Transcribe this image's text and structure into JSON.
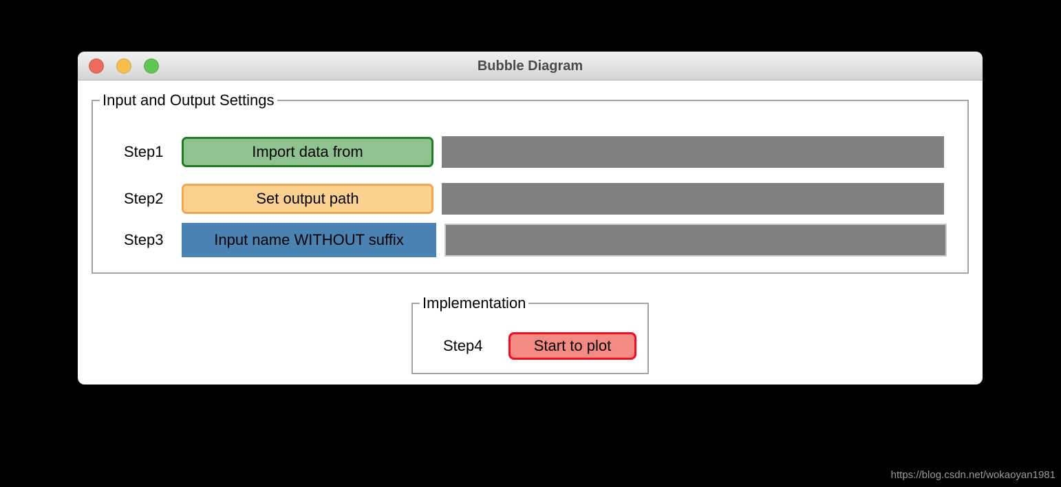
{
  "window": {
    "title": "Bubble Diagram"
  },
  "io_settings": {
    "title": "Input and Output Settings",
    "rows": [
      {
        "step": "Step1",
        "action": "Import data from",
        "type": "button",
        "value": ""
      },
      {
        "step": "Step2",
        "action": "Set output path",
        "type": "button",
        "value": ""
      },
      {
        "step": "Step3",
        "action": "Input name WITHOUT suffix",
        "type": "label",
        "value": ""
      }
    ]
  },
  "implementation": {
    "title": "Implementation",
    "step": "Step4",
    "action": "Start to plot"
  },
  "page": {
    "watermark": "https://blog.csdn.net/wokaoyan1981"
  },
  "colors": {
    "green_fill": "#8ec28f",
    "green_border": "#1f7d24",
    "orange_fill": "#fbd190",
    "orange_border": "#f5a54b",
    "blue_fill": "#4a83b2",
    "red_fill": "#f58a84",
    "red_border": "#f30b1e",
    "field_gray": "#808080",
    "traffic_red": "#ed6a5e",
    "traffic_yellow": "#f5bf4f",
    "traffic_green": "#61c555"
  }
}
